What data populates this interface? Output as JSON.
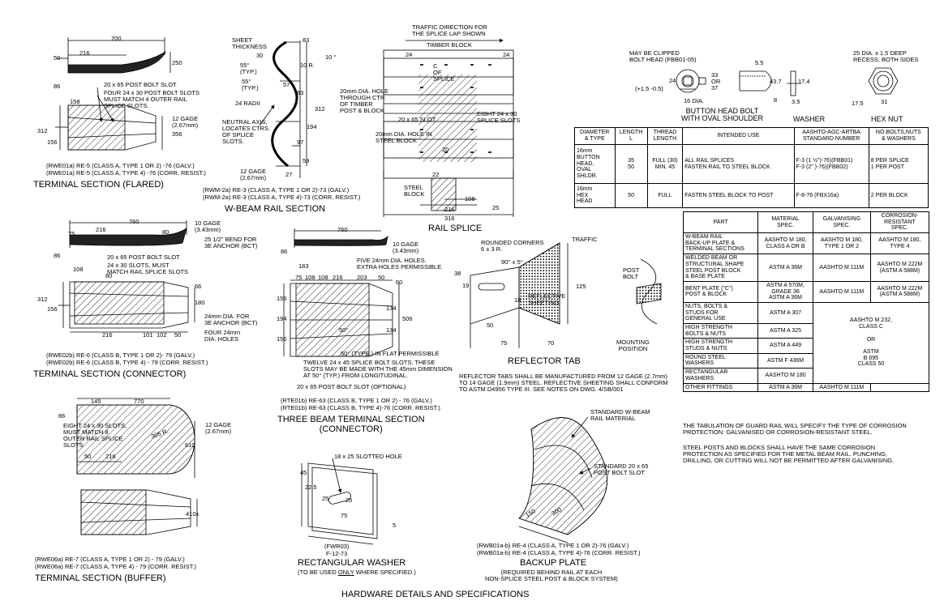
{
  "page_title": "HARDWARE DETAILS AND SPECIFICATIONS",
  "flared": {
    "title": "TERMINAL SECTION (FLARED)",
    "dims": [
      "700",
      "216",
      "50",
      "250",
      "86",
      "158",
      "312",
      "156",
      "356"
    ],
    "callouts": [
      "20 x 65 POST BOLT SLOT",
      "FOUR 24 x 30 POST BOLT SLOTS\nMUST MATCH 4 OUTER RAIL\nSPLICE SLOTS.",
      "12 GAGE\n(2.67mm)"
    ],
    "refs": [
      "(RWE01a)  RE-5 (CLASS A, TYPE 1 OR 2) -76 (GALV.)",
      "(RWE01a)  RE-5 (CLASS A, TYPE 4) -76 (CORR. RESIST.)"
    ]
  },
  "wbeam": {
    "title": "W-BEAM RAIL SECTION",
    "dims": [
      "83",
      "30",
      "10 R.",
      "55°\n(TYP.)",
      "55°\n(TYP.)",
      "24 RADII",
      "57",
      "83",
      "312",
      "194",
      "97",
      "59",
      "27",
      "10 °"
    ],
    "callouts": [
      "SHEET\nTHICKNESS",
      "NEUTRAL AXIS,\nLOCATES CTRS.\nOF SPLICE\nSLOTS.",
      "12 GAGE\n(2.67mm)"
    ],
    "refs": [
      "(RWM-2a)  RE-3 (CLASS A, TYPE 1 OR 2)-73 (GALV.)",
      "(RWM-2a)  RE-3 (CLASS A, TYPE 4)-73 (CORR. RESIST.)"
    ]
  },
  "splice": {
    "title": "RAIL SPLICE",
    "dims": [
      "24",
      "24",
      "20",
      "22",
      "216",
      "108",
      "316",
      "25"
    ],
    "callouts": [
      "TRAFFIC DIRECTION FOR\nTHE SPLICE LAP SHOWN",
      "TIMBER BLOCK",
      "C\nOF\nSPLICE",
      "20mm DIA. HOLE\nTHROUGH CTR.\nOF TIMBER\nPOST & BLOCK",
      "20 x 65 SLOT",
      "EIGHT 24 x 30\nSPLICE SLOTS",
      "20mm DIA. HOLE IN\nSTEEL BLOCK",
      "STEEL\nBLOCK"
    ]
  },
  "bolt": {
    "clip": "MAY BE CLIPPED\nBOLT HEAD (FBB01-05)",
    "dims": [
      "24",
      "33\nOR\n37",
      "(+1.5 -0.5)",
      "16 DIA.",
      "5.5",
      "8",
      "43.7",
      "17.4",
      "3.5",
      "17.5",
      "31"
    ],
    "recess": "25 DIA. x 1.5 DEEP\nRECESS, BOTH SIDES",
    "labels": [
      "BUTTON HEAD BOLT\nWITH OVAL SHOULDER",
      "WASHER",
      "HEX NUT"
    ]
  },
  "bolt_table": {
    "headers": [
      "DIAMETER\n& TYPE",
      "LENGTH\nL",
      "THREAD\nLENGTH",
      "INTENDED USE",
      "AASHTO-AGC-ARTBA\nSTANDARD NUMBER",
      "NO.BOLTS,NUTS\n& WASHERS"
    ],
    "rows": [
      [
        "16mm\nBUTTON\nHEAD,\nOVAL\nSHLDR.",
        "35\n50",
        "FULL (30)\nMIN. 45",
        "ALL RAIL SPLICES\nFASTEN RAIL TO STEEL BLOCK",
        "F-3 (1 ½\")-76)(FBB01)\nF-3 (2\" )-76)(FBB02)",
        "8 PER SPLICE\n1 PER POST"
      ],
      [
        "16mm\nHEX\nHEAD",
        "50",
        "FULL",
        "FASTEN STEEL BLOCK TO POST",
        "F-8-76 (FBX16a)",
        "2 PER BLOCK"
      ]
    ]
  },
  "mat_table": {
    "headers": [
      "PART",
      "MATERIAL\nSPEC.",
      "GALVANISING\nSPEC.",
      "CORROSION-\nRESISTANT\nSPEC."
    ],
    "rows": [
      [
        "W-BEAM RAIL\nBACK-UP PLATE &\nTERMINAL SECTIONS",
        "AASHTO M 180,\nCLASS A OR B",
        "AASHTO M 180,\nTYPE 1 OR 2",
        "AASHTO M 180,\nTYPE 4"
      ],
      [
        "WELDED BEAM OR\nSTRUCTURAL SHAPE\nSTEEL POST BLOCK\n& BASE PLATE",
        "ASTM A 36M",
        "AASHTO M 111M",
        "AASHTO M 222M\n(ASTM A 588M)"
      ],
      [
        "BENT PLATE (\"C\")\nPOST & BLOCK",
        "ASTM A 570M,\nGRADE 36\nASTM A 36M",
        "AASHTO M 111M",
        "AASHTO M 222M\n(ASTM A 588M)"
      ],
      [
        "NUTS, BOLTS &\nSTUDS FOR\nGENERAL USE",
        "ASTM A 307",
        "",
        ""
      ],
      [
        "HIGH STRENGTH\nBOLTS & NUTS",
        "ASTM A 325",
        "",
        ""
      ],
      [
        "HIGH STRENGTH\nSTUDS & NUTS",
        "ASTM A 449",
        "",
        ""
      ],
      [
        "ROUND STEEL\nWASHERS",
        "ASTM F 436M",
        "",
        ""
      ],
      [
        "RECTANGULAR\nWASHERS",
        "AASHTO M 180",
        "",
        ""
      ],
      [
        "OTHER FITTINGS",
        "ASTM A 36M",
        "AASHTO M 111M",
        ""
      ]
    ],
    "merged": "AASHTO M 232,\nCLASS C\n\nOR\n\nASTM\nB 695\nCLASS 50"
  },
  "notes": [
    "THE TABULATION OF GUARD RAIL WILL SPECIFY THE TYPE OF CORROSION\nPROTECTION: GALVANISED OR CORROSION-RESISTANT STEEL.",
    "STEEL POSTS AND BLOCKS SHALL HAVE THE SAME CORROSION\nPROTECTION AS SPECIFIED FOR THE METAL BEAM RAIL. PUNCHING,\nDRILLING, OR CUTTING WILL NOT BE PERMITTED AFTER GALVANISING."
  ],
  "connector": {
    "title": "TERMINAL SECTION (CONNECTOR)",
    "dims": [
      "760",
      "216",
      "75",
      "80",
      "86",
      "108",
      "80",
      "312",
      "156",
      "66",
      "180",
      "216",
      "101",
      "102",
      "50"
    ],
    "callouts": [
      "10 GAGE\n(3.43mm)",
      "25 1/2\" BEND FOR\n3E ANCHOR (BCT)",
      "20 x 65 POST BOLT SLOT",
      "24 x 30 SLOTS, MUST\nMATCH RAIL SPLICE SLOTS",
      "24mm DIA. FOR\n3E ANCHOR (BCT)",
      "FOUR 24mm\nDIA. HOLES"
    ],
    "refs": [
      "(RWE02b)  RE-6 (CLASS B, TYPE 1 OR 2)- 79 (GALV.)",
      "(RWE02b)  RE-6 (CLASS B, TYPE 4) - 79 (CORR. RESIST.)"
    ]
  },
  "three_beam": {
    "title": "THREE BEAM TERMINAL SECTION\n(CONNECTOR)",
    "dims": [
      "760",
      "86",
      "183",
      "75",
      "108",
      "108",
      "216",
      "203",
      "50",
      "60",
      "156",
      "194",
      "156",
      "134",
      "134",
      "506",
      "50°"
    ],
    "callouts": [
      "10 GAGE\n(3.43mm)",
      "FIVE 24mm DIA. HOLES.\nEXTRA HOLES PERMISSIBLE.",
      "50° (TYPE.) IN FLAT PERMISSIBLE",
      "TWELVE 24 x 45 SPLICE BOLT SLOTS. THESE\nSLOTS MAY BE MADE WITH THE 45mm DIMENSION\nAT 50° (TYP.) FROM LONGITUDINAL.",
      "20 x 65 POST BOLT SLOT (OPTIONAL)"
    ],
    "refs": [
      "(RTE01b)  RE-63 (CLASS B, TYPE 1 OR 2) - 76 (GALV.)",
      "(RTE01b)  RE-63 (CLASS B, TYPE 4)-76 (CORR. RESIST.)"
    ]
  },
  "reflector": {
    "title": "REFLECTOR TAB",
    "dims": [
      "90° ± 5°",
      "38",
      "19",
      "18",
      "50",
      "75",
      "70",
      "125"
    ],
    "callouts": [
      "ROUNDED CORNERS\n6 ± 3 R.",
      "TRAFFIC",
      "POST\nBOLT",
      "REFLECTIVE\nSHEETING",
      "MOUNTING\nPOSITION"
    ],
    "note": "REFLECTOR TABS SHALL BE MANUFACTURED FROM 12 GAGE (2.7mm)\nTO 14 GAGE (1.9mm) STEEL. REFLECTIVE SHEETING SHALL CONFORM\nTO ASTM D4956 TYPE III. SEE NOTES ON DWG. 4/SB/001"
  },
  "buffer": {
    "title": "TERMINAL SECTION (BUFFER)",
    "dims": [
      "145",
      "770",
      "86",
      "305 R.",
      "610",
      "50",
      "216",
      "410±"
    ],
    "callouts": [
      "EIGHT 24 x 30 SLOTS,\nMUST MATCH 8\nOUTER RAIL SPLICE\nSLOTS",
      "12 GAGE\n(2.67mm)"
    ],
    "refs": [
      "(RWE06a)  RE-7 (CLASS A, TYPE 1 OR 2) - 79 (GALV.)",
      "(RWE06a)  RE-7 (CLASS A, TYPE 4) - 79 (CORR. RESIST.)"
    ]
  },
  "washer": {
    "title": "RECTANGULAR WASHER",
    "subtitle_a": "(TO BE USED ",
    "subtitle_only": "ONLY",
    "subtitle_b": " WHERE SPECIFIED.)",
    "dims": [
      "45",
      "22.5",
      "25",
      "25",
      "75",
      "5"
    ],
    "callouts": [
      "18 x 25 SLOTTED HOLE"
    ],
    "refs": [
      "(FWR03)",
      "F-12-73"
    ]
  },
  "backup": {
    "title": "BACKUP PLATE",
    "subtitle": "(REQUIRED BEHIND RAIL AT EACH\nNON-SPLICE STEEL POST & BLOCK SYSTEM)",
    "dims": [
      "150",
      "300"
    ],
    "callouts": [
      "STANDARD W-BEAM\nRAIL MATERIAL",
      "STANDARD 20 x 65\nPOST BOLT SLOT"
    ],
    "refs": [
      "(RWB01a-b)  RE-4 (CLASS A, TYPE 1 OR 2)-76 (GALV.)",
      "(RWB01a-b)  RE-4 (CLASS A, TYPE 4)-76 (CORR. RESIST.)"
    ]
  }
}
